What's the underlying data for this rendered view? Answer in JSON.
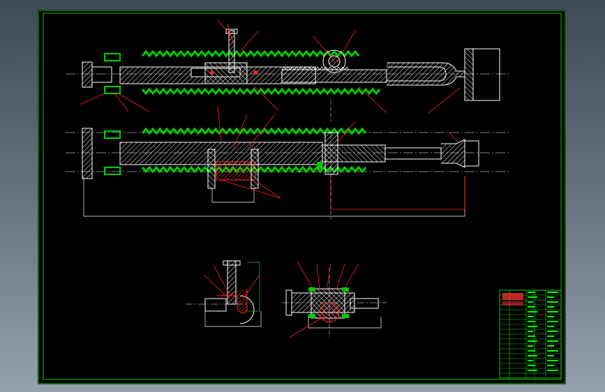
{
  "drawing": {
    "background": "#000000",
    "colors": {
      "border": "#00c800",
      "outline": "#ffffff",
      "bellows": "#00cc00",
      "leader": "#ff2020",
      "dimension": "#ffffff",
      "title_block": "#00ff00",
      "bronze": "#c01818"
    },
    "views": [
      "main-section-view",
      "side-section-view",
      "detail-view-left",
      "detail-view-right"
    ],
    "title_block": {
      "rows": 18,
      "note": "unreadable-small-text"
    }
  }
}
